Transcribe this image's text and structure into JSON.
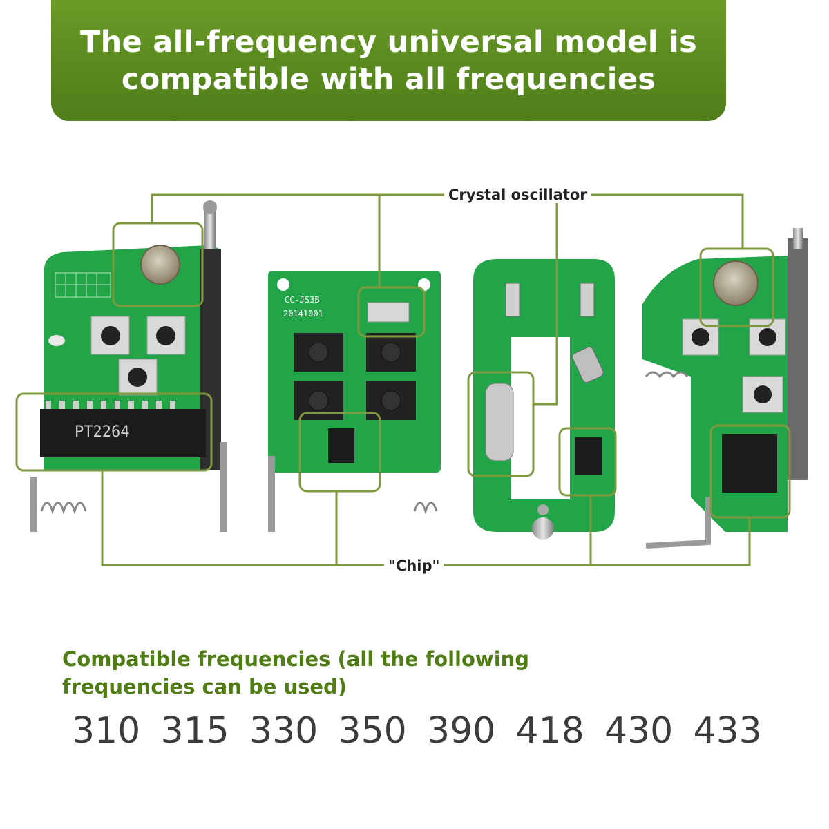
{
  "banner": {
    "line1": "The all-frequency universal model is",
    "line2": "compatible with all frequencies"
  },
  "labels": {
    "crystal": "Crystal oscillator",
    "chip": "\"Chip\""
  },
  "boards": [
    {
      "name": "board-1",
      "chip_marking": "PT2264"
    },
    {
      "name": "board-2",
      "top_marking": "CC-JS3B",
      "date_marking": "20141001"
    },
    {
      "name": "board-3"
    },
    {
      "name": "board-4"
    }
  ],
  "frequencies": {
    "heading_line1": "Compatible frequencies (all the following",
    "heading_line2": "frequencies can be used)",
    "values": [
      "310",
      "315",
      "330",
      "350",
      "390",
      "418",
      "430",
      "433"
    ]
  },
  "colors": {
    "banner": "#5a8a1f",
    "callout": "#7f9a3c",
    "pcb": "#1fa043",
    "heading": "#4f7d14"
  }
}
